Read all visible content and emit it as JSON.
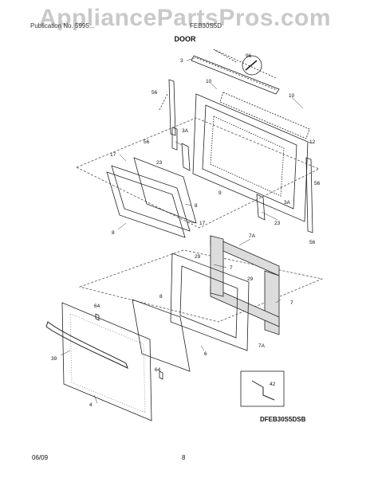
{
  "watermark": "AppliancePartsPros.com",
  "header": {
    "left_text": "Publication No. 5995...",
    "right_text": "FEB30S5D",
    "title": "DOOR"
  },
  "footer": {
    "date": "06/09",
    "page_number": "8"
  },
  "model_code": "DFEB30S5DSB",
  "part_labels": {
    "p3": "3",
    "p96": "96",
    "p10a": "10",
    "p10b": "10",
    "p56a": "56",
    "p56b": "56",
    "p56c": "56",
    "p56d": "56",
    "p3a_a": "3A",
    "p3a_b": "3A",
    "p12": "12",
    "p23a": "23",
    "p23b": "23",
    "p9": "9",
    "p17a": "17",
    "p17b": "17",
    "p8a": "8",
    "p8b": "8",
    "p8c": "8",
    "p7a_a": "7A",
    "p7a_b": "7A",
    "p7a": "7",
    "p7b": "7",
    "p29a": "29",
    "p29b": "29",
    "p64a": "64",
    "p64b": "64",
    "p39": "39",
    "p4": "4",
    "p6": "6",
    "p42": "42"
  }
}
